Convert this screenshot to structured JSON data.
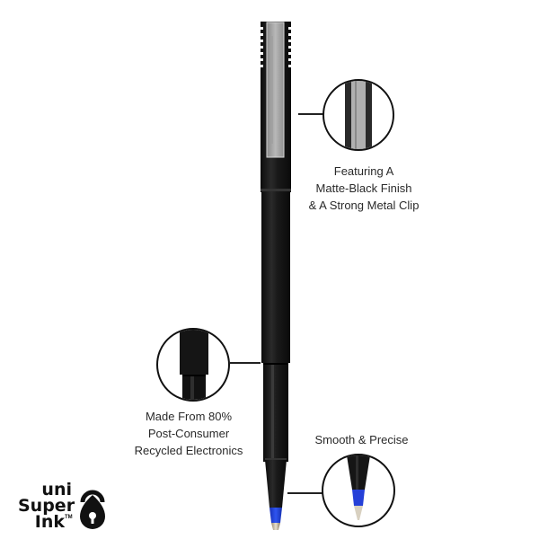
{
  "callouts": {
    "clip": {
      "lines": [
        "Featuring A",
        "Matte-Black Finish",
        "& A Strong Metal Clip"
      ]
    },
    "recycled": {
      "lines": [
        "Made From 80%",
        "Post-Consumer",
        "Recycled Electronics"
      ]
    },
    "tip": {
      "lines": [
        "Smooth & Precise"
      ]
    }
  },
  "logo": {
    "line1": "uni",
    "line2": "Super",
    "line3": "Ink",
    "trademark": "TM",
    "icon": "padlock-icon"
  },
  "colors": {
    "background": "#ffffff",
    "pen_body": "#1a1a1a",
    "clip": "#a9a9a9",
    "ink_blue": "#1c3fd6",
    "text": "#2a2a2a"
  }
}
